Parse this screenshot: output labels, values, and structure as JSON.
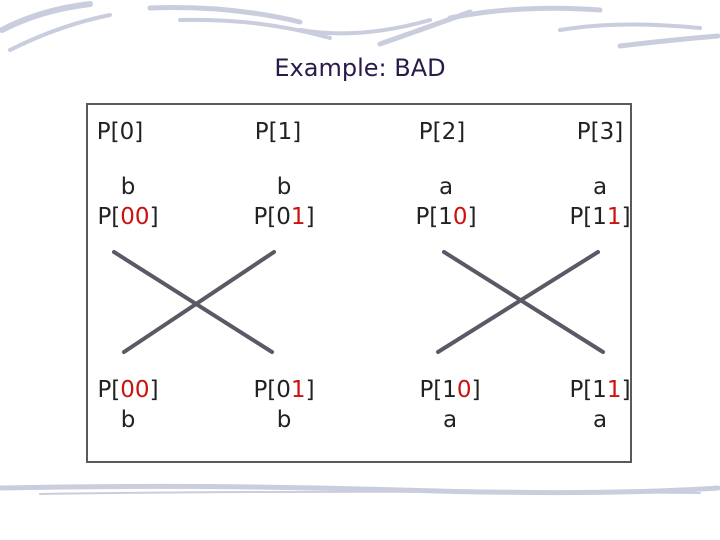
{
  "title": "Example: BAD",
  "colors": {
    "line": "#5a5a66",
    "bits": "#cc1111",
    "text": "#222222"
  },
  "headers": [
    "P[0]",
    "P[1]",
    "P[2]",
    "P[3]"
  ],
  "top_row": [
    {
      "letter": "b",
      "prefix": "P[",
      "bits": "00",
      "suffix": "]"
    },
    {
      "letter": "b",
      "prefix": "P[",
      "bits": "01",
      "suffix": "]"
    },
    {
      "letter": "a",
      "prefix": "P[",
      "bits": "10",
      "suffix": "]"
    },
    {
      "letter": "a",
      "prefix": "P[",
      "bits": "11",
      "suffix": "]"
    }
  ],
  "bottom_row": [
    {
      "letter": "b",
      "prefix": "P[",
      "bits": "00",
      "suffix": "]"
    },
    {
      "letter": "b",
      "prefix": "P[",
      "bits": "01",
      "suffix": "]"
    },
    {
      "letter": "a",
      "prefix": "P[",
      "bits": "10",
      "suffix": "]"
    },
    {
      "letter": "a",
      "prefix": "P[",
      "bits": "11",
      "suffix": "]"
    }
  ],
  "connections": [
    {
      "from": 0,
      "to": 1
    },
    {
      "from": 1,
      "to": 0
    },
    {
      "from": 2,
      "to": 3
    },
    {
      "from": 3,
      "to": 2
    }
  ]
}
